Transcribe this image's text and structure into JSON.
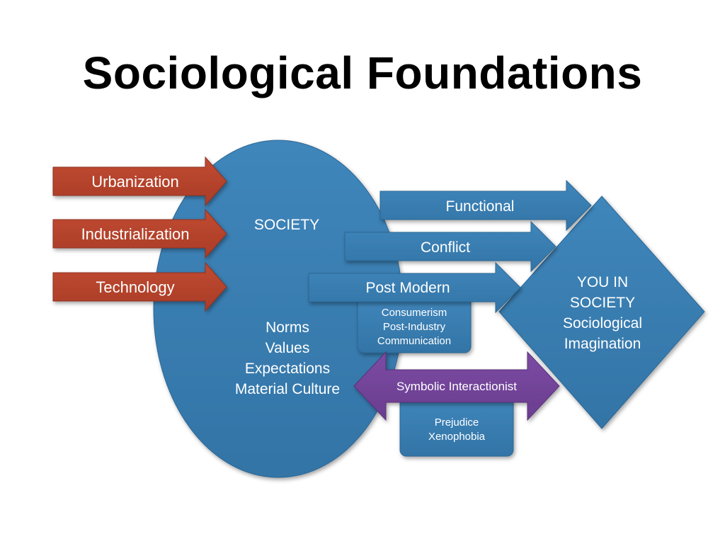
{
  "title": "Sociological Foundations",
  "colors": {
    "blue": "#3a7eb2",
    "blue_edge": "#2c6796",
    "red": "#b8432c",
    "red_edge": "#8f3322",
    "purple": "#73449a",
    "text_on_shape": "#ffffff",
    "title_text": "#000000"
  },
  "diagram": {
    "input_arrows": [
      {
        "label": "Urbanization"
      },
      {
        "label": "Industrialization"
      },
      {
        "label": "Technology"
      }
    ],
    "society": {
      "label": "SOCIETY",
      "elements": [
        "Norms",
        "Values",
        "Expectations",
        "Material Culture"
      ]
    },
    "perspectives": [
      {
        "label": "Functional"
      },
      {
        "label": "Conflict"
      },
      {
        "label": "Post Modern"
      }
    ],
    "post_modern_box": [
      "Consumerism",
      "Post-Industry",
      "Communication"
    ],
    "symbolic": {
      "label": "Symbolic Interactionist",
      "box": [
        "Prejudice",
        "Xenophobia"
      ]
    },
    "you_in_society": [
      "YOU IN",
      "SOCIETY",
      "Sociological",
      "Imagination"
    ]
  }
}
